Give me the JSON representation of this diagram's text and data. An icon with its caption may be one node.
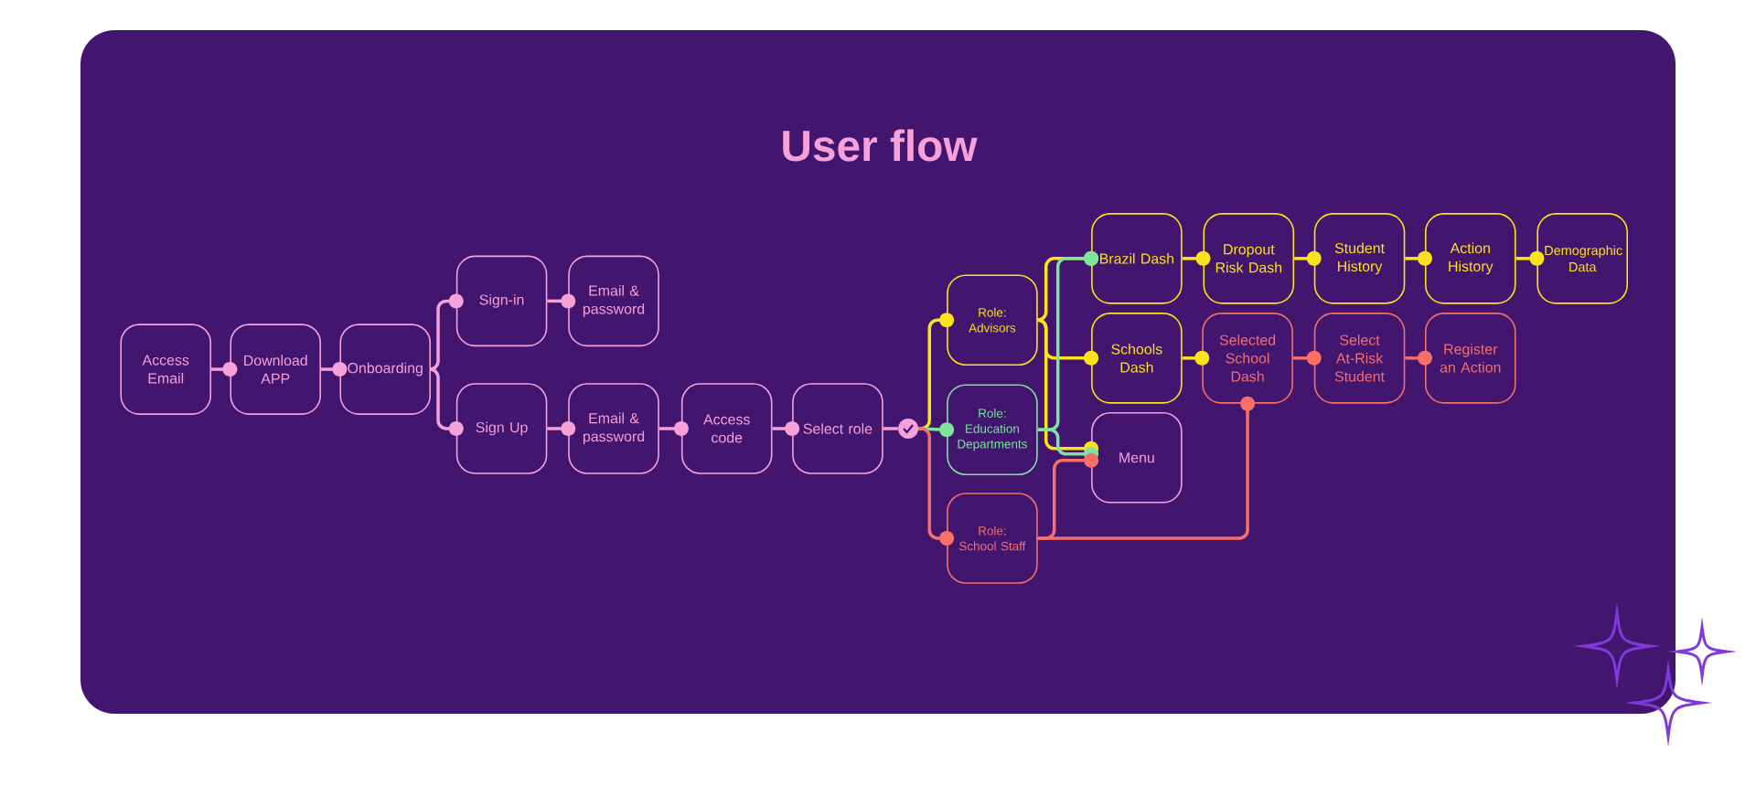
{
  "diagram": {
    "title": "User flow",
    "nodes": [
      {
        "text": [
          "Access Email"
        ]
      },
      {
        "text": [
          "Download APP"
        ]
      },
      {
        "text": [
          "Onboarding"
        ]
      },
      {
        "text": [
          "Sign-in"
        ]
      },
      {
        "text": [
          "Email & password"
        ]
      },
      {
        "text": [
          "Sign Up"
        ]
      },
      {
        "text": [
          "Email & password"
        ]
      },
      {
        "text": [
          "Access code"
        ]
      },
      {
        "text": [
          "Select role"
        ]
      },
      {
        "text": [],
        "shape": "circle"
      },
      {
        "text": [
          "Role: Advisors"
        ]
      },
      {
        "text": [
          "Role: Education Departments"
        ]
      },
      {
        "text": [
          "Role: School Staff"
        ]
      },
      {
        "text": [
          "Brazil Dash"
        ]
      },
      {
        "text": [
          "Dropout Risk Dash"
        ]
      },
      {
        "text": [
          "Student History"
        ]
      },
      {
        "text": [
          "Action History"
        ]
      },
      {
        "text": [
          "Demographic Data"
        ]
      },
      {
        "text": [
          "Schools Dash"
        ]
      },
      {
        "text": [
          "Selected School Dash"
        ]
      },
      {
        "text": [
          "Select At-Risk Student"
        ]
      },
      {
        "text": [
          "Register an Action"
        ]
      },
      {
        "text": [
          "Menu"
        ]
      }
    ],
    "edges": [
      {
        "from": 0,
        "to": 1,
        "arrow": "other"
      },
      {
        "from": 1,
        "to": 2,
        "arrow": "other"
      },
      {
        "from": 2,
        "to": 3,
        "arrow": "other"
      },
      {
        "from": 3,
        "to": 4,
        "arrow": "other"
      },
      {
        "from": 2,
        "to": 5,
        "arrow": "other"
      },
      {
        "from": 5,
        "to": 6,
        "arrow": "other"
      },
      {
        "from": 6,
        "to": 7,
        "arrow": "other"
      },
      {
        "from": 7,
        "to": 8,
        "arrow": "other"
      },
      {
        "from": 8,
        "to": 9,
        "arrow": "none"
      },
      {
        "from": 9,
        "to": 10,
        "arrow": "other",
        "color": "#ffe31a"
      },
      {
        "from": 9,
        "to": 11,
        "arrow": "other",
        "color": "#7ee59c"
      },
      {
        "from": 9,
        "to": 12,
        "arrow": "other",
        "color": "#f76f67"
      },
      {
        "from": 10,
        "to": 13,
        "arrow": "other",
        "color": "#ffe31a"
      },
      {
        "from": 10,
        "to": 18,
        "arrow": "other",
        "color": "#ffe31a"
      },
      {
        "from": 10,
        "to": 22,
        "arrow": "other",
        "color": "#ffe31a"
      },
      {
        "from": 11,
        "to": 13,
        "arrow": "other",
        "color": "#7ee59c"
      },
      {
        "from": 11,
        "to": 22,
        "arrow": "other",
        "color": "#7ee59c"
      },
      {
        "from": 12,
        "to": 22,
        "arrow": "other",
        "color": "#f76f67"
      },
      {
        "from": 12,
        "to": 19,
        "arrow": "other",
        "color": "#f76f67"
      },
      {
        "from": 13,
        "to": 14,
        "arrow": "other",
        "color": "#ffe31a"
      },
      {
        "from": 14,
        "to": 15,
        "arrow": "other",
        "color": "#ffe31a"
      },
      {
        "from": 15,
        "to": 16,
        "arrow": "other",
        "color": "#ffe31a"
      },
      {
        "from": 16,
        "to": 17,
        "arrow": "other",
        "color": "#ffe31a"
      },
      {
        "from": 18,
        "to": 19,
        "arrow": "other",
        "color": "#ffe31a"
      },
      {
        "from": 19,
        "to": 20,
        "arrow": "other",
        "color": "#f76f67"
      },
      {
        "from": 20,
        "to": 21,
        "arrow": "other",
        "color": "#f76f67"
      }
    ]
  }
}
